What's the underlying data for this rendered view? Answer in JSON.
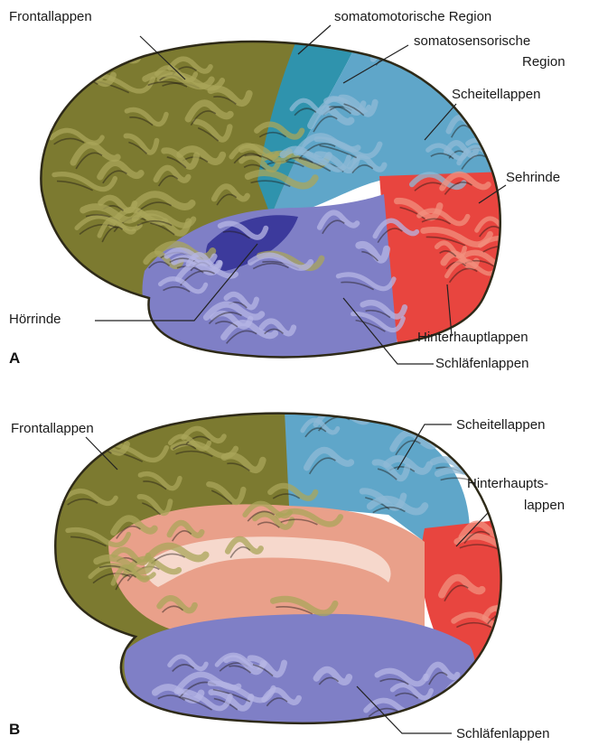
{
  "panel_a": {
    "letter": "A",
    "labels": {
      "frontal": "Frontallappen",
      "somatomotor": "somatomotorische Region",
      "somatosensory_1": "somatosensorische",
      "somatosensory_2": "Region",
      "parietal": "Scheitellappen",
      "visual": "Sehrinde",
      "auditory": "Hörrinde",
      "occipital": "Hinterhauptlappen",
      "temporal": "Schläfenlappen"
    }
  },
  "panel_b": {
    "letter": "B",
    "labels": {
      "frontal": "Frontallappen",
      "parietal": "Scheitellappen",
      "occipital_1": "Hinterhaupts-",
      "occipital_2": "lappen",
      "temporal": "Schläfenlappen"
    }
  },
  "colors": {
    "frontal": "#7c7a30",
    "frontal_light": "#a9a65a",
    "motor": "#2f93ad",
    "sensory": "#5fa6c9",
    "parietal_light": "#8fb9d6",
    "occipital": "#e8453f",
    "occipital_light": "#f2907f",
    "temporal": "#7f7fc6",
    "temporal_light": "#b6b6e4",
    "auditory": "#3c3a9c",
    "medial": "#e9a08a",
    "medial_light": "#f6d8cc"
  }
}
